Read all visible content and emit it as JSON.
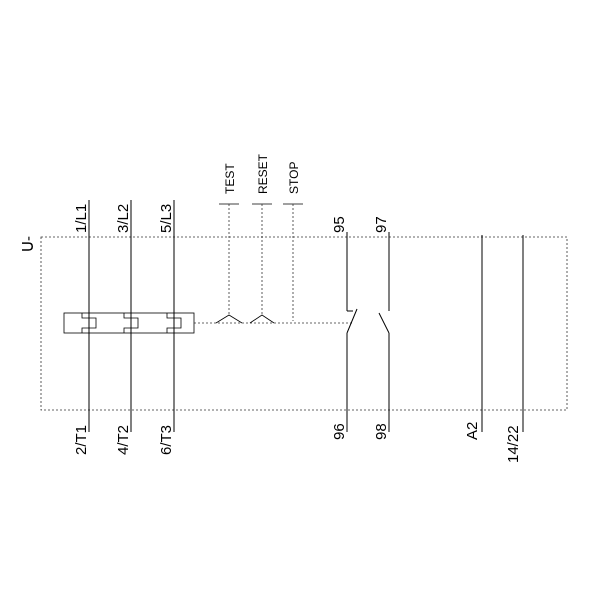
{
  "device_symbol": "ᑌ-",
  "controls": {
    "test": "TEST",
    "reset": "RESET",
    "stop": "STOP"
  },
  "terminals_top": {
    "l1": "1/L1",
    "l2": "3/L2",
    "l3": "5/L3",
    "nc_in": "95",
    "no_in": "97"
  },
  "terminals_bottom": {
    "t1": "2/T1",
    "t2": "4/T2",
    "t3": "6/T3",
    "nc_out": "96",
    "no_out": "98",
    "coil": "A2",
    "aux": "14/22"
  }
}
